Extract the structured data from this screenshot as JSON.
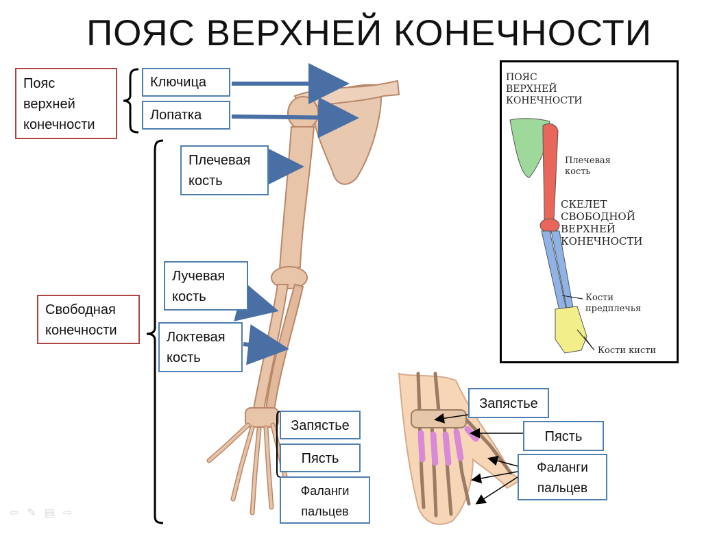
{
  "title": "ПОЯС ВЕРХНЕЙ КОНЕЧНОСТИ",
  "left_labels": {
    "girdle": [
      "Пояс",
      "верхней",
      "конечности"
    ],
    "free": [
      "Свободная",
      "конечности"
    ]
  },
  "labels": {
    "clavicle": "Ключица",
    "scapula": "Лопатка",
    "humerus": [
      "Плечевая",
      "кость"
    ],
    "radius": [
      "Лучевая",
      "кость"
    ],
    "ulna": [
      "Локтевая",
      "кость"
    ],
    "carpus": "Запястье",
    "metacarpus": "Пясть",
    "phalanges": [
      "Фаланги",
      "пальцев"
    ]
  },
  "hand_labels": {
    "carpus": "Запястье",
    "metacarpus": "Пясть",
    "phalanges": [
      "Фаланги",
      "пальцев"
    ]
  },
  "inset": {
    "girdle": [
      "ПОЯС",
      "ВЕРХНЕЙ",
      "КОНЕЧНОСТИ"
    ],
    "humerus": [
      "Плечевая",
      "кость"
    ],
    "free": [
      "СКЕЛЕТ",
      "СВОБОДНОЙ",
      "ВЕРХНЕЙ",
      "КОНЕЧНОСТИ"
    ],
    "forearm": [
      "Кости",
      "предплечья"
    ],
    "hand": "Кости кисти"
  },
  "colors": {
    "box_border_blue": "#4f7fb0",
    "box_border_red": "#b04444",
    "arrow": "#4a6fa5",
    "bone": "#e8c4a8",
    "bone_edge": "#b8876a",
    "inset_green": "#9ed89a",
    "inset_red": "#e8675a",
    "inset_blue": "#8fb3e6",
    "inset_yellow": "#f2ee8a",
    "pink": "#d98ad6"
  }
}
